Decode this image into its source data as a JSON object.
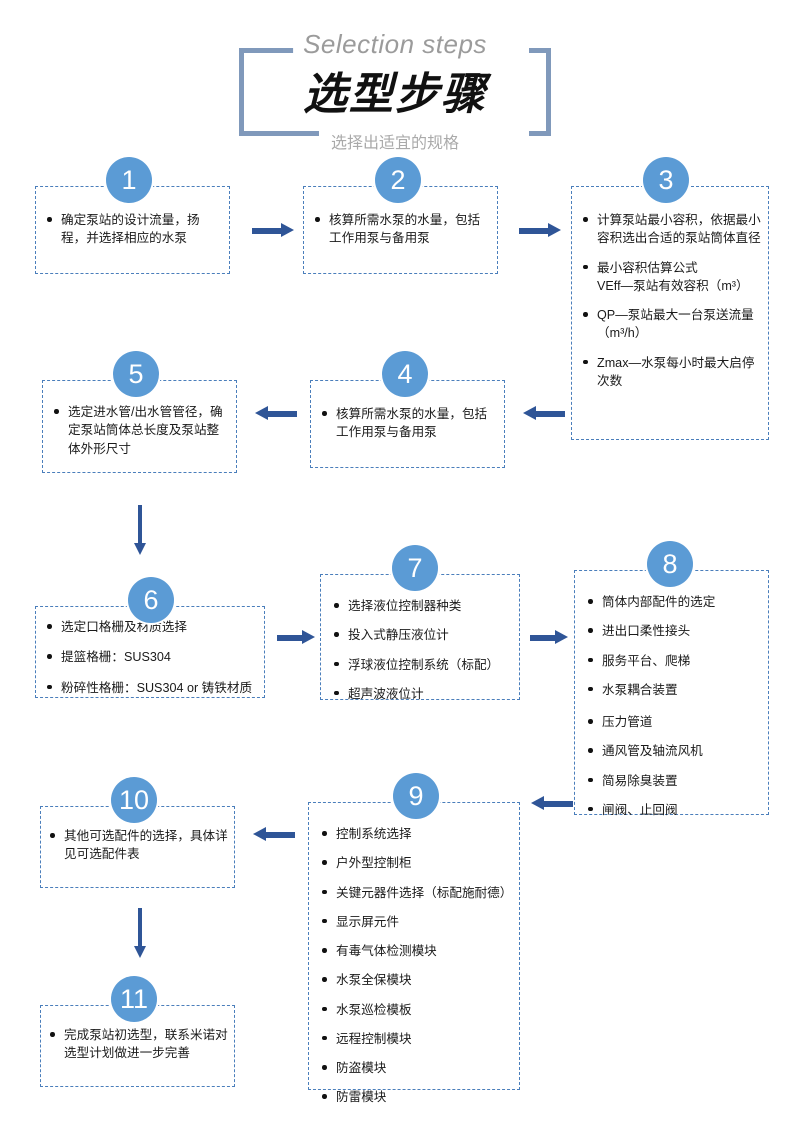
{
  "header": {
    "title_en": "Selection steps",
    "title_cn": "选型步骤",
    "subtitle": "选择出适宜的规格"
  },
  "steps": [
    {
      "number": "1",
      "items": [
        "确定泵站的设计流量，扬程，并选择相应的水泵"
      ]
    },
    {
      "number": "2",
      "items": [
        "核算所需水泵的水量，包括工作用泵与备用泵"
      ]
    },
    {
      "number": "3",
      "items": [
        "计算泵站最小容积，依据最小容积选出合适的泵站筒体直径",
        "最小容积估算公式",
        "VEff—泵站有效容积（m³）",
        "QP—泵站最大一台泵送流量（m³/h）",
        "Zmax—水泵每小时最大启停次数"
      ]
    },
    {
      "number": "4",
      "items": [
        "核算所需水泵的水量，包括工作用泵与备用泵"
      ]
    },
    {
      "number": "5",
      "items": [
        "选定进水管/出水管管径，确定泵站筒体总长度及泵站整体外形尺寸"
      ]
    },
    {
      "number": "6",
      "items": [
        "选定口格栅及材质选择",
        "提篮格栅：SUS304",
        "粉碎性格栅：SUS304 or 铸铁材质"
      ]
    },
    {
      "number": "7",
      "items": [
        "选择液位控制器种类",
        "投入式静压液位计",
        "浮球液位控制系统（标配）",
        "超声波液位计"
      ]
    },
    {
      "number": "8",
      "items": [
        "筒体内部配件的选定",
        "进出口柔性接头",
        "服务平台、爬梯",
        "水泵耦合装置",
        "压力管道",
        "通风管及轴流风机",
        "简易除臭装置",
        "闸阀、止回阀"
      ]
    },
    {
      "number": "9",
      "items": [
        "控制系统选择",
        "户外型控制柜",
        "关键元器件选择（标配施耐德）",
        "显示屏元件",
        "有毒气体检测模块",
        "水泵全保模块",
        "水泵巡检模板",
        "远程控制模块",
        "防盗模块",
        "防雷模块"
      ]
    },
    {
      "number": "10",
      "items": [
        "其他可选配件的选择，具体详见可选配件表"
      ]
    },
    {
      "number": "11",
      "items": [
        "完成泵站初选型，联系米诺对选型计划做进一步完善"
      ]
    }
  ],
  "colors": {
    "badge": "#5b9bd5",
    "box_border": "#4a7ebb",
    "arrow": "#2f5597",
    "bracket": "#8099bb",
    "title_en": "#9b9b9b",
    "subtitle": "#aaaaaa"
  }
}
